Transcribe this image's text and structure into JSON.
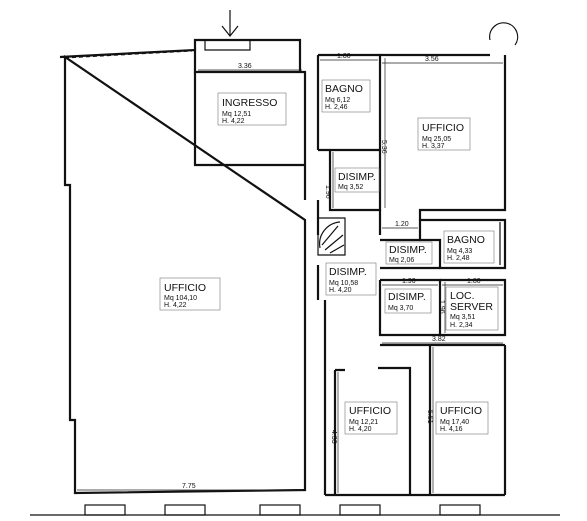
{
  "rooms": [
    {
      "id": "ingresso",
      "name": "INGRESSO",
      "area": "Mq 12,51",
      "height": "H. 4,22"
    },
    {
      "id": "bagno1",
      "name": "BAGNO",
      "area": "Mq 6,12",
      "height": "H. 2,46"
    },
    {
      "id": "ufficio-ne",
      "name": "UFFICIO",
      "area": "Mq 25,05",
      "height": "H. 3,37"
    },
    {
      "id": "disimp1",
      "name": "DISIMP.",
      "area": "Mq 3,52",
      "height": ""
    },
    {
      "id": "ufficio-main",
      "name": "UFFICIO",
      "area": "Mq 104,10",
      "height": "H. 4,22"
    },
    {
      "id": "disimp2",
      "name": "DISIMP.",
      "area": "Mq 2,06",
      "height": ""
    },
    {
      "id": "bagno2",
      "name": "BAGNO",
      "area": "Mq 4,33",
      "height": "H. 2,48"
    },
    {
      "id": "disimp3",
      "name": "DISIMP.",
      "area": "Mq 10,58",
      "height": "H. 4,20"
    },
    {
      "id": "disimp4",
      "name": "DISIMP.",
      "area": "Mq 3,70",
      "height": ""
    },
    {
      "id": "locserver",
      "name": "LOC.",
      "name2": "SERVER",
      "area": "Mq 3,51",
      "height": "H. 2,34"
    },
    {
      "id": "ufficio-sc",
      "name": "UFFICIO",
      "area": "Mq 12,21",
      "height": "H. 4,20"
    },
    {
      "id": "ufficio-se",
      "name": "UFFICIO",
      "area": "Mq 17,40",
      "height": "H. 4,16"
    }
  ],
  "dimensions": {
    "ingresso_width": "3.36",
    "bagno_width": "1.80",
    "ufficio_ne_width": "3.56",
    "ufficio_ne_height": "5.36",
    "disimp1_height": "1.96",
    "bagno2_width": "1.20",
    "disimp4_width": "1.90",
    "locserver_width": "1.80",
    "locserver_height": "1.96",
    "south_width": "3.82",
    "ufficio_sc_height": "4.33",
    "ufficio_se_height": "5.51",
    "main_width": "7.75"
  }
}
